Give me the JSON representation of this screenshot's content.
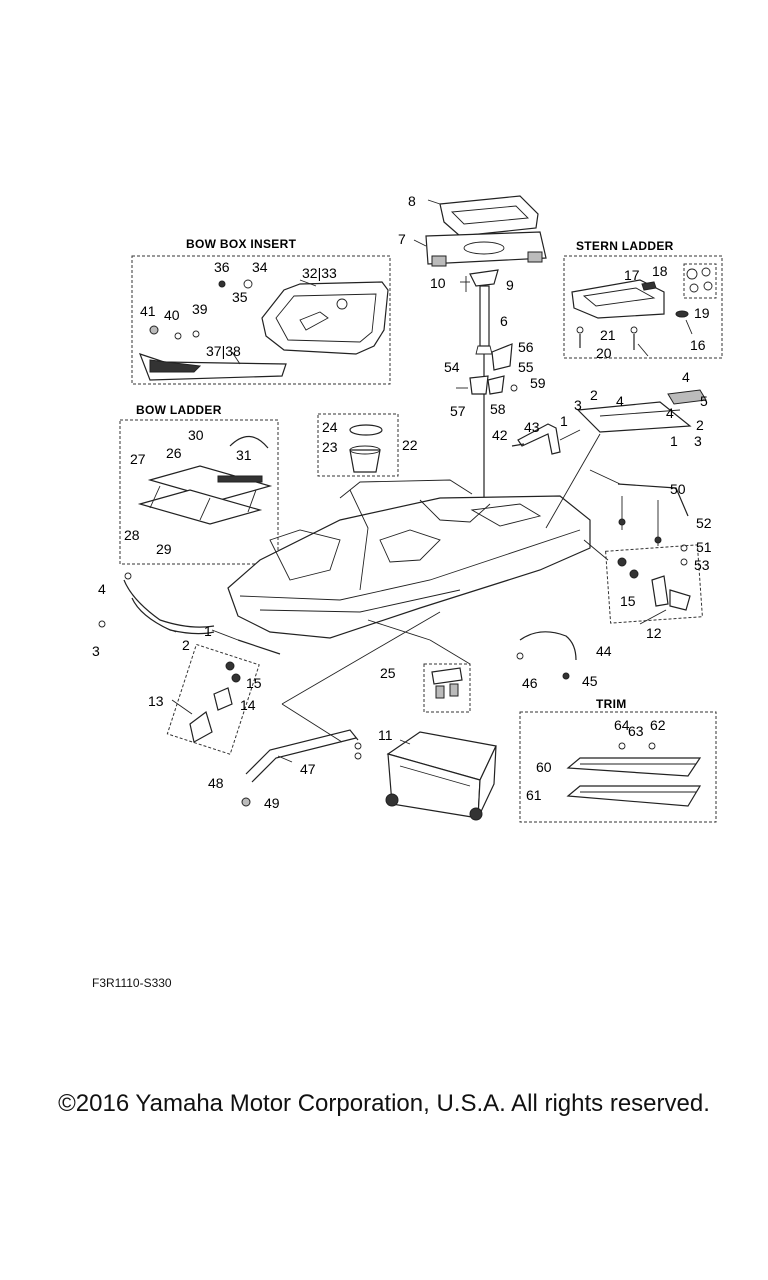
{
  "sections": {
    "bow_box_insert": "BOW BOX INSERT",
    "stern_ladder": "STERN LADDER",
    "bow_ladder": "BOW LADDER",
    "trim": "TRIM"
  },
  "callouts": {
    "n1": "1",
    "n2": "2",
    "n3": "3",
    "n4": "4",
    "n5": "5",
    "n6": "6",
    "n7": "7",
    "n8": "8",
    "n9": "9",
    "n10": "10",
    "n11": "11",
    "n12": "12",
    "n13": "13",
    "n14": "14",
    "n15": "15",
    "n16": "16",
    "n17": "17",
    "n18": "18",
    "n19": "19",
    "n20": "20",
    "n21": "21",
    "n22": "22",
    "n23": "23",
    "n24": "24",
    "n25": "25",
    "n26": "26",
    "n27": "27",
    "n28": "28",
    "n29": "29",
    "n30": "30",
    "n31": "31",
    "n32_33": "32|33",
    "n34": "34",
    "n35": "35",
    "n36": "36",
    "n37_38": "37|38",
    "n39": "39",
    "n40": "40",
    "n41": "41",
    "n42": "42",
    "n43": "43",
    "n44": "44",
    "n45": "45",
    "n46": "46",
    "n47": "47",
    "n48": "48",
    "n49": "49",
    "n50": "50",
    "n51": "51",
    "n52": "52",
    "n53": "53",
    "n54": "54",
    "n55": "55",
    "n56": "56",
    "n57": "57",
    "n58": "58",
    "n59": "59",
    "n60": "60",
    "n61": "61",
    "n62": "62",
    "n63": "63",
    "n64": "64"
  },
  "reference_code": "F3R1110-S330",
  "copyright": "©2016 Yamaha Motor Corporation, U.S.A. All rights reserved."
}
